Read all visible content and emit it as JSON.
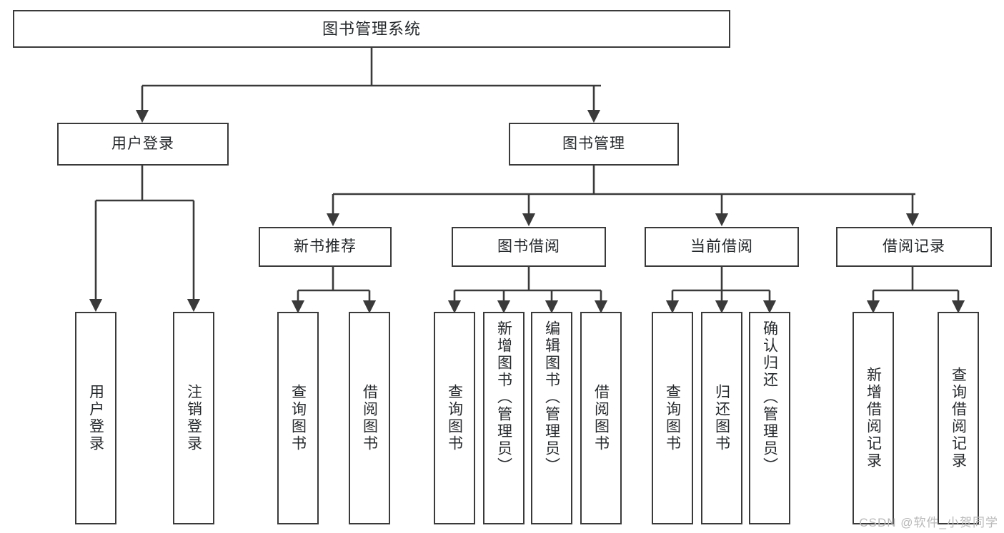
{
  "diagram": {
    "type": "tree-hierarchy",
    "title": "图书管理系统",
    "watermark": "CSDN @软件_小贺同学",
    "colors": {
      "border": "#3a3a3a",
      "background": "#ffffff",
      "text": "#25282b",
      "watermark": "#b9b9b9"
    },
    "root": {
      "label": "图书管理系统"
    },
    "level2": [
      {
        "label": "用户登录"
      },
      {
        "label": "图书管理"
      }
    ],
    "level3": [
      {
        "label": "新书推荐"
      },
      {
        "label": "图书借阅"
      },
      {
        "label": "当前借阅"
      },
      {
        "label": "借阅记录"
      }
    ],
    "leaves": {
      "user_login": [
        {
          "label": "用户登录"
        },
        {
          "label": "注销登录"
        }
      ],
      "new_book_recommend": [
        {
          "label": "查询图书"
        },
        {
          "label": "借阅图书"
        }
      ],
      "book_borrow": [
        {
          "label": "查询图书"
        },
        {
          "label": "新增图书（管理员）"
        },
        {
          "label": "编辑图书（管理员）"
        },
        {
          "label": "借阅图书"
        }
      ],
      "current_borrow": [
        {
          "label": "查询图书"
        },
        {
          "label": "归还图书"
        },
        {
          "label": "确认归还（管理员）"
        }
      ],
      "borrow_record": [
        {
          "label": "新增借阅记录"
        },
        {
          "label": "查询借阅记录"
        }
      ]
    }
  }
}
